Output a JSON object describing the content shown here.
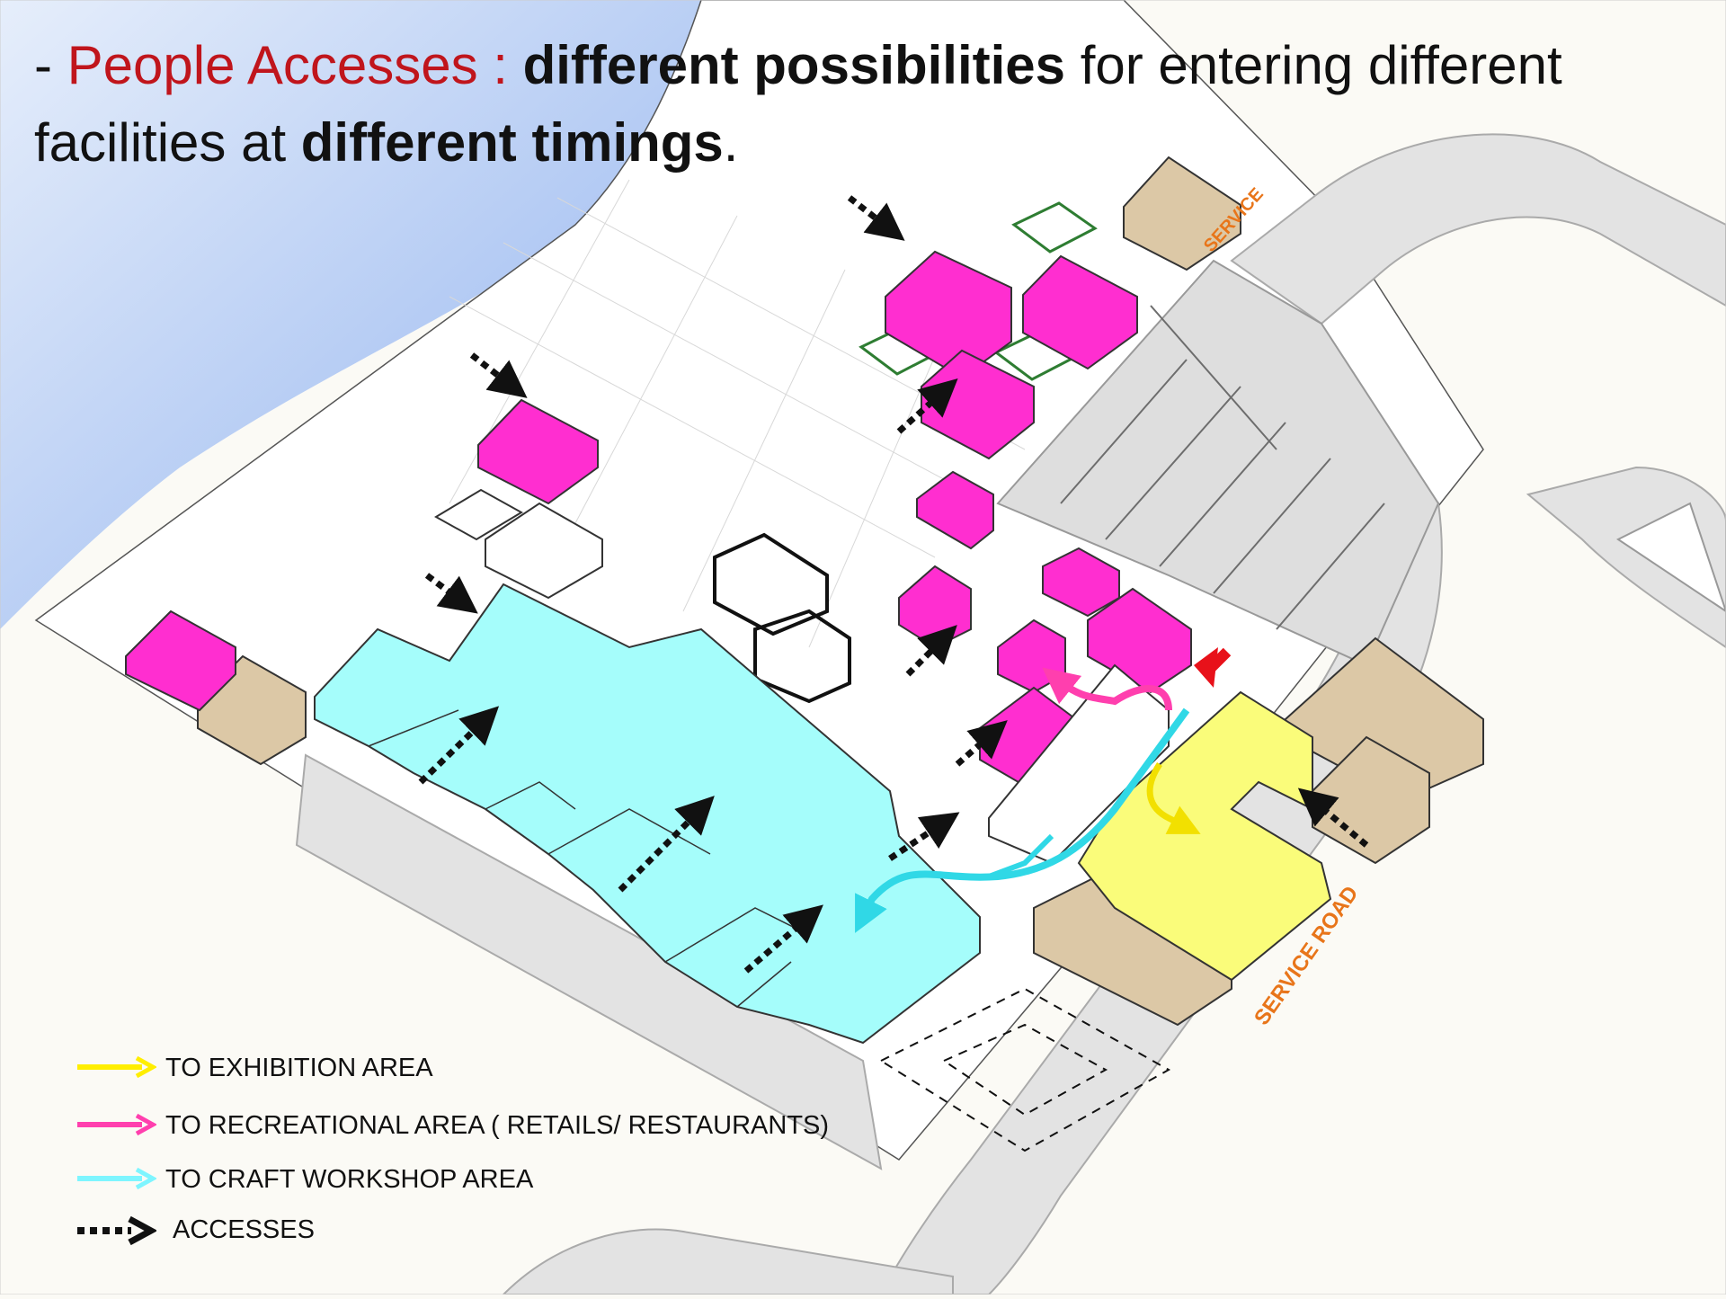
{
  "heading": {
    "dash": "- ",
    "part1": "People Accesses : ",
    "part2": "different possibilities",
    "part3": " for entering different",
    "part4": "facilities at ",
    "part5": "different timings",
    "part6": "."
  },
  "road_labels": {
    "service": "SERVICE",
    "service_road": "SERVICE ROAD"
  },
  "legend": [
    {
      "label": "TO EXHIBITION AREA",
      "color": "#ffee00",
      "kind": "arrow"
    },
    {
      "label": "TO RECREATIONAL AREA ( RETAILS/ RESTAURANTS)",
      "color": "#ff3fae",
      "kind": "arrow"
    },
    {
      "label": "TO CRAFT WORKSHOP AREA",
      "color": "#5cf4ff",
      "kind": "arrow"
    },
    {
      "label": "ACCESSES",
      "color": "#111111",
      "kind": "dotted-arrow"
    }
  ],
  "colors": {
    "water": "#9ab8ef",
    "recreational": "#ff2ed0",
    "craft": "#a5fdfb",
    "exhibition": "#fafc7a",
    "tan": "#dcc8a6",
    "road": "#e3e3e3"
  }
}
